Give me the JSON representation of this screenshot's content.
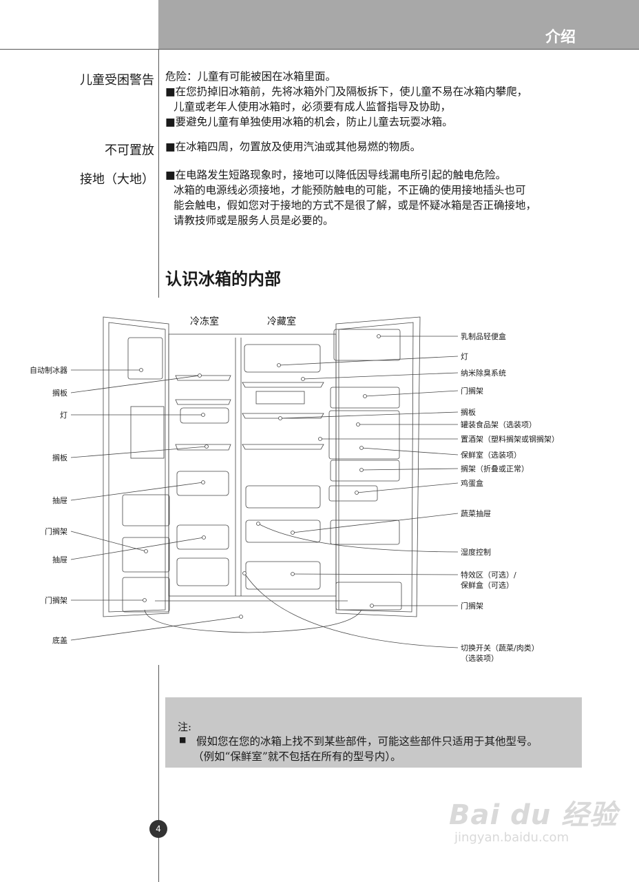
{
  "header": {
    "section": "介绍"
  },
  "warnings": [
    {
      "label": "儿童受困警告",
      "lines": [
        "危险：儿童有可能被困在冰箱里面。",
        "■在您扔掉旧冰箱前，先将冰箱外门及隔板拆下，使儿童不易在冰箱内攀爬，",
        "儿童或老年人使用冰箱时，必须要有成人监督指导及协助，",
        "■要避免儿童有单独使用冰箱的机会，防止儿童去玩耍冰箱。"
      ]
    },
    {
      "label": "不可置放",
      "lines": [
        "■在冰箱四周，勿置放及使用汽油或其他易燃的物质。"
      ]
    },
    {
      "label": "接地（大地）",
      "lines": [
        "■在电路发生短路现象时，接地可以降低因导线漏电所引起的触电危险。",
        "冰箱的电源线必须接地，才能预防触电的可能，不正确的使用接地插头也可",
        "能会触电，假如您对于接地的方式不是很了解，或是怀疑冰箱是否正确接地，",
        "请教技师或是服务人员是必要的。"
      ]
    }
  ],
  "diagram": {
    "title": "认识冰箱的内部",
    "compartments": [
      "冷冻室",
      "冷藏室"
    ],
    "left_labels": [
      "自动制冰器",
      "搁板",
      "灯",
      "搁板",
      "抽屉",
      "门搁架",
      "抽屉",
      "门搁架",
      "底盖"
    ],
    "right_labels": [
      "乳制品轻便盒",
      "灯",
      "纳米除臭系统",
      "门搁架",
      "搁板",
      "罐装食品架（选装项）",
      "置酒架（塑料搁架或钢搁架）",
      "保鲜室（选装项）",
      "搁架（折叠或正常）",
      "鸡蛋盒",
      "蔬菜抽屉",
      "湿度控制",
      "特效区（可选）/",
      "保鲜盒（可选）",
      "门搁架",
      "切换开关（蔬菜/肉类）",
      "（选装项）"
    ]
  },
  "note": {
    "title": "注:",
    "bullet": "■",
    "line1": "假如您在您的冰箱上找不到某些部件，可能这些部件只适用于其他型号。",
    "line2": "（例如“保鲜室”就不包括在所有的型号内）。"
  },
  "page_number": "4",
  "watermark": {
    "brand": "Bai du 经验",
    "url": "jingyan.baidu.com"
  }
}
